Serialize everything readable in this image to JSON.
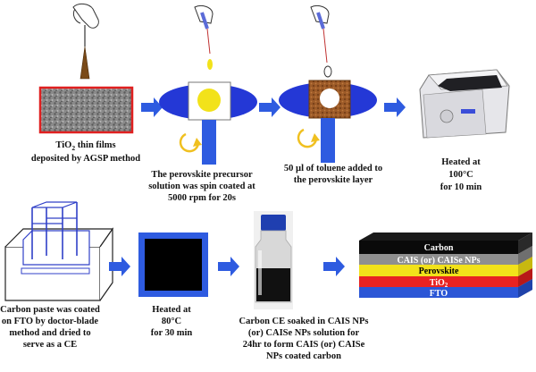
{
  "steps": [
    {
      "caption": [
        "TiO",
        "2",
        " thin films"
      ],
      "caption_2": "deposited by AGSP method"
    },
    {
      "caption_lines": [
        "The perovskite precursor",
        "solution was spin coated at",
        "5000 rpm for 20s"
      ]
    },
    {
      "caption_lines": [
        "50 µl of toluene added to",
        "the perovskite layer"
      ]
    },
    {
      "caption_lines": [
        "Heated at",
        "100°C",
        "for 10 min"
      ]
    },
    {
      "caption_lines": [
        "Carbon paste was coated",
        "on FTO by doctor-blade",
        "method and dried to",
        "serve as a CE"
      ]
    },
    {
      "caption_lines": [
        "Heated at",
        "80°C",
        "for 30 min"
      ]
    },
    {
      "caption_lines": [
        "Carbon CE soaked in CAIS NPs",
        "(or) CAISe NPs solution for",
        "24hr to form  CAIS (or) CAISe",
        "NPs coated carbon"
      ]
    }
  ],
  "device_stack": {
    "layers": [
      {
        "label": "Carbon",
        "color": "#0a0a0a",
        "text_color": "#ffffff"
      },
      {
        "label": "CAIS (or) CAISe NPs",
        "color": "#8f8f8f",
        "text_color": "#ffffff"
      },
      {
        "label": "Perovskite",
        "color": "#f2e21a",
        "text_color": "#000000"
      },
      {
        "label_main": "TiO",
        "label_sub": "2",
        "color": "#e82222",
        "text_color": "#ffffff"
      },
      {
        "label": "FTO",
        "color": "#2b56d6",
        "text_color": "#ffffff"
      }
    ]
  },
  "colors": {
    "arrow": "#2e5be0",
    "disk": "#2438d6",
    "shaft": "#2e5be0",
    "rotation": "#f0c020"
  }
}
